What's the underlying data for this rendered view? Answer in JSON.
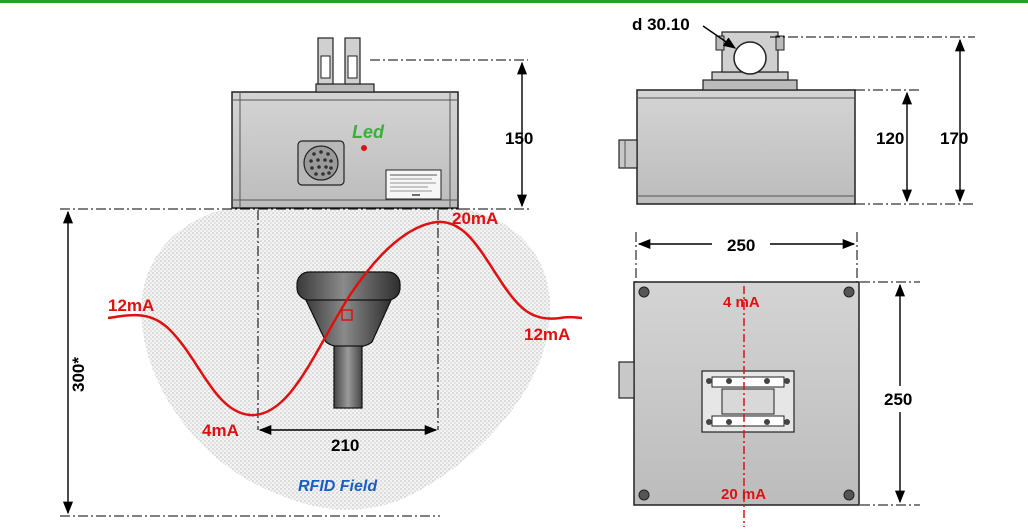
{
  "labels": {
    "led": "Led",
    "dim_150": "150",
    "dim_300": "300*",
    "dim_210": "210",
    "rfid_field": "RFID Field",
    "current_20ma": "20mA",
    "current_12ma_left": "12mA",
    "current_12ma_right": "12mA",
    "current_4ma": "4mA",
    "d_tube": "d 30.10",
    "dim_120": "120",
    "dim_170": "170",
    "dim_250_top": "250",
    "dim_250_side": "250",
    "bottom_4ma": "4 mA",
    "bottom_20ma": "20 mA"
  },
  "colors": {
    "top_rule": "#2a9d2a",
    "signal_red": "#e01010",
    "led_green": "#3ab03a",
    "led_red": "#dd1111",
    "rfid_blue": "#1a5fc0",
    "housing_grey": "#c4c4c4"
  }
}
